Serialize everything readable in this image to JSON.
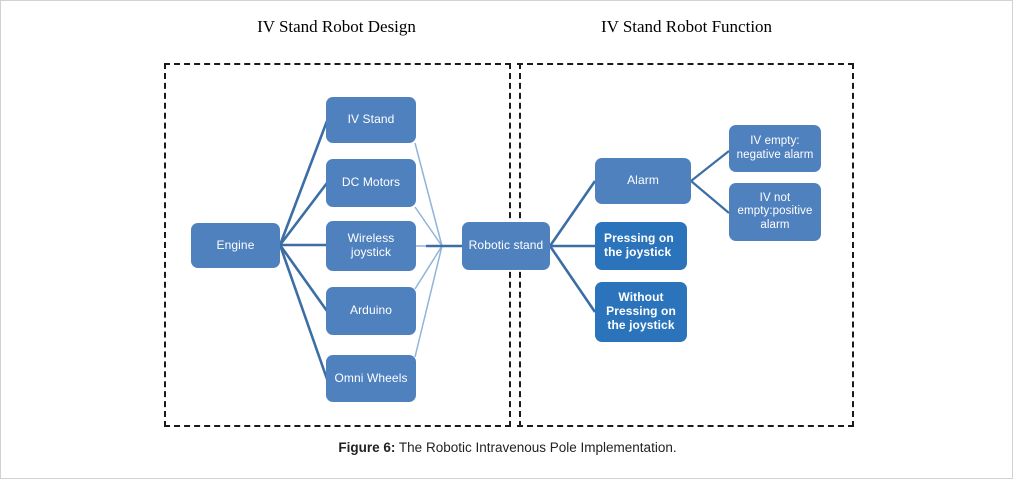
{
  "figure": {
    "caption_label": "Figure 6:",
    "caption_text": " The Robotic Intravenous Pole Implementation."
  },
  "colors": {
    "node_light": "#5081bf",
    "node_dark": "#2b74bb",
    "connector_dark": "#3b6ea5",
    "connector_light": "#8fb4da",
    "panel_border": "#1a1a1a",
    "page_border": "#d2d2d2",
    "text_on_node": "#ffffff"
  },
  "columns": [
    {
      "id": "design",
      "title": "IV Stand Robot Design"
    },
    {
      "id": "function",
      "title": "IV Stand Robot Function"
    }
  ],
  "nodes": {
    "engine": "Engine",
    "iv_stand": "IV Stand",
    "dc_motors": "DC Motors",
    "wireless_joystick": "Wireless joystick",
    "arduino": "Arduino",
    "omni_wheels": "Omni Wheels",
    "robotic_stand": "Robotic stand",
    "alarm": "Alarm",
    "iv_empty": "IV empty: negative alarm",
    "iv_not_empty": "IV not empty:positive alarm",
    "pressing": "Pressing on the joystick",
    "without_pressing": "Without Pressing on the joystick"
  }
}
